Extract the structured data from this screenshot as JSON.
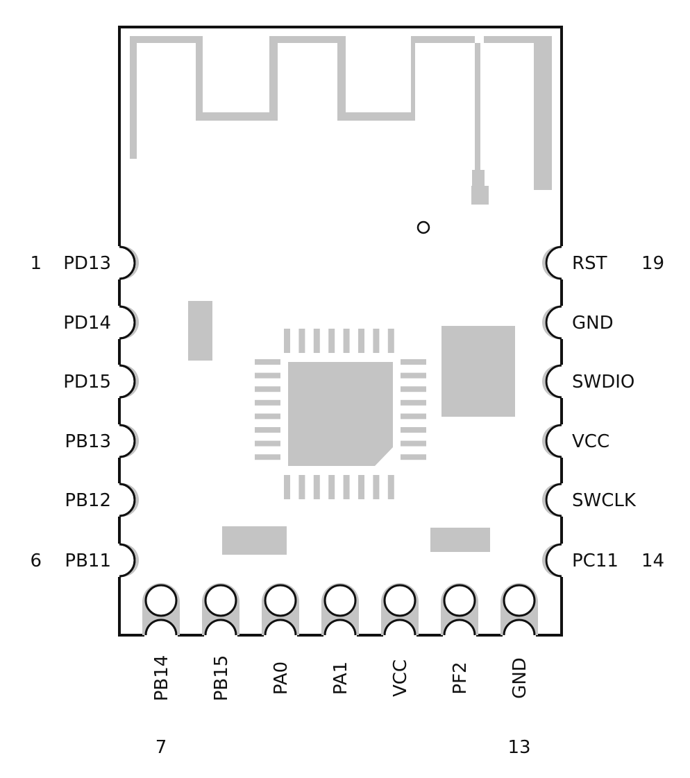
{
  "left_pins": [
    {
      "name": "PD13",
      "number": "1"
    },
    {
      "name": "PD14",
      "number": ""
    },
    {
      "name": "PD15",
      "number": ""
    },
    {
      "name": "PB13",
      "number": ""
    },
    {
      "name": "PB12",
      "number": ""
    },
    {
      "name": "PB11",
      "number": "6"
    }
  ],
  "right_pins": [
    {
      "name": "RST",
      "number": "19"
    },
    {
      "name": "GND",
      "number": ""
    },
    {
      "name": "SWDIO",
      "number": ""
    },
    {
      "name": "VCC",
      "number": ""
    },
    {
      "name": "SWCLK",
      "number": ""
    },
    {
      "name": "PC11",
      "number": "14"
    }
  ],
  "bottom_pins": [
    {
      "name": "PB14",
      "number": "7"
    },
    {
      "name": "PB15",
      "number": ""
    },
    {
      "name": "PA0",
      "number": ""
    },
    {
      "name": "PA1",
      "number": ""
    },
    {
      "name": "VCC",
      "number": ""
    },
    {
      "name": "PF2",
      "number": ""
    },
    {
      "name": "GND",
      "number": "13"
    }
  ],
  "colors": {
    "outline": "#111111",
    "copper": "#c4c4c4",
    "background": "#ffffff"
  }
}
